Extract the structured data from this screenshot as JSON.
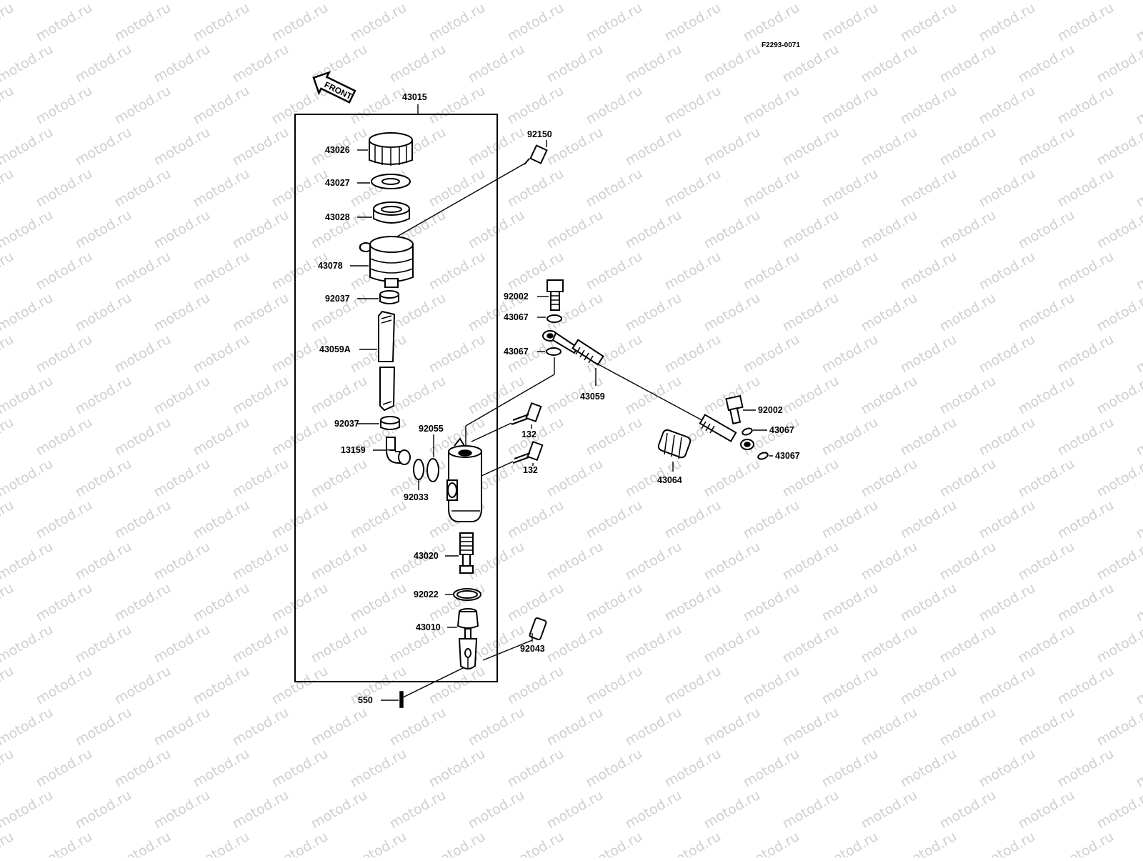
{
  "figure_ref": "F2293-0071",
  "front_label": "FRONT",
  "watermark": "motod.ru",
  "assembly": {
    "number": "43015"
  },
  "parts": {
    "p43026": "43026",
    "p43027": "43027",
    "p43028": "43028",
    "p43078": "43078",
    "p92037a": "92037",
    "p43059A": "43059A",
    "p92037b": "92037",
    "p13159": "13159",
    "p92055": "92055",
    "p92033": "92033",
    "p43020": "43020",
    "p92022": "92022",
    "p43010": "43010",
    "p550": "550",
    "p92150": "92150",
    "p92002a": "92002",
    "p43067a": "43067",
    "p43067b": "43067",
    "p43059": "43059",
    "p132a": "132",
    "p132b": "132",
    "p92043": "92043",
    "p92002b": "92002",
    "p43067c": "43067",
    "p43067d": "43067",
    "p43064": "43064"
  }
}
